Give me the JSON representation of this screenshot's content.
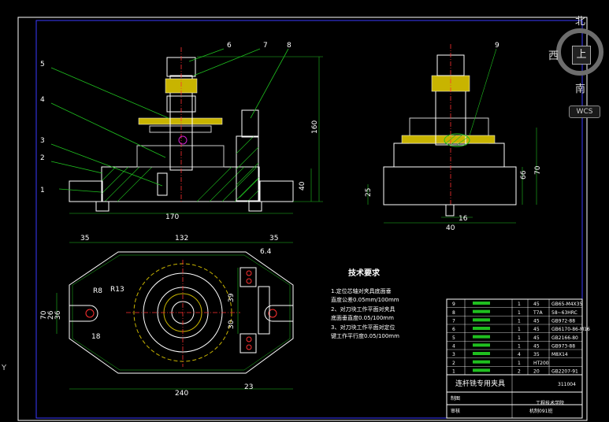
{
  "balloons": [
    "1",
    "2",
    "3",
    "4",
    "5",
    "6",
    "7",
    "8",
    "9"
  ],
  "dims": {
    "front_width": "170",
    "front_h40": "40",
    "front_h160": "160",
    "side_h25": "25",
    "side_h66": "66",
    "side_h70": "70",
    "side_w40": "40",
    "side_w16": "16",
    "top_35_left": "35",
    "top_132": "132",
    "top_35_right": "35",
    "top_6_4": "6.4",
    "top_r8": "R8",
    "top_r13": "R13",
    "top_18": "18",
    "top_240": "240",
    "top_23": "23",
    "top_39": "39",
    "top_30": "30",
    "top_70": "70",
    "top_26": "26",
    "top_36": "36"
  },
  "tech": {
    "title": "技术要求",
    "lines": [
      "1.定位芯轴对夹具底面垂",
      "直度公差0.05mm/100mm",
      "2、对刀块工作平面对夹具",
      "底面垂直度0.05/100mm",
      "3、对刀块工作平面对定位",
      "键工作平行度0.05/100mm"
    ]
  },
  "parts": [
    {
      "no": "9",
      "qty": "1",
      "mat": "45",
      "std": "GB65-M4X35"
    },
    {
      "no": "8",
      "qty": "1",
      "mat": "T7A",
      "std": "58~63HRC"
    },
    {
      "no": "7",
      "qty": "1",
      "mat": "45",
      "std": "GB972-88"
    },
    {
      "no": "6",
      "qty": "1",
      "mat": "45",
      "std": "GB6170-86-M16"
    },
    {
      "no": "5",
      "qty": "1",
      "mat": "45",
      "std": "GB2166-80"
    },
    {
      "no": "4",
      "qty": "1",
      "mat": "45",
      "std": "GB973-88"
    },
    {
      "no": "3",
      "qty": "4",
      "mat": "35",
      "std": "M8X14"
    },
    {
      "no": "2",
      "qty": "1",
      "mat": "HT200",
      "std": ""
    },
    {
      "no": "1",
      "qty": "2",
      "mat": "20",
      "std": "GB2207-91"
    }
  ],
  "title_block": {
    "name": "连杆铣专用夹具",
    "code": "311004",
    "school_line1": "工程技术学院",
    "school_line2": "机制091班",
    "designer_label": "制图",
    "checker_label": "审核"
  },
  "navcube": {
    "north": "北",
    "south": "南",
    "west": "西",
    "face": "上",
    "wcs": "WCS"
  },
  "ucs": "Y"
}
